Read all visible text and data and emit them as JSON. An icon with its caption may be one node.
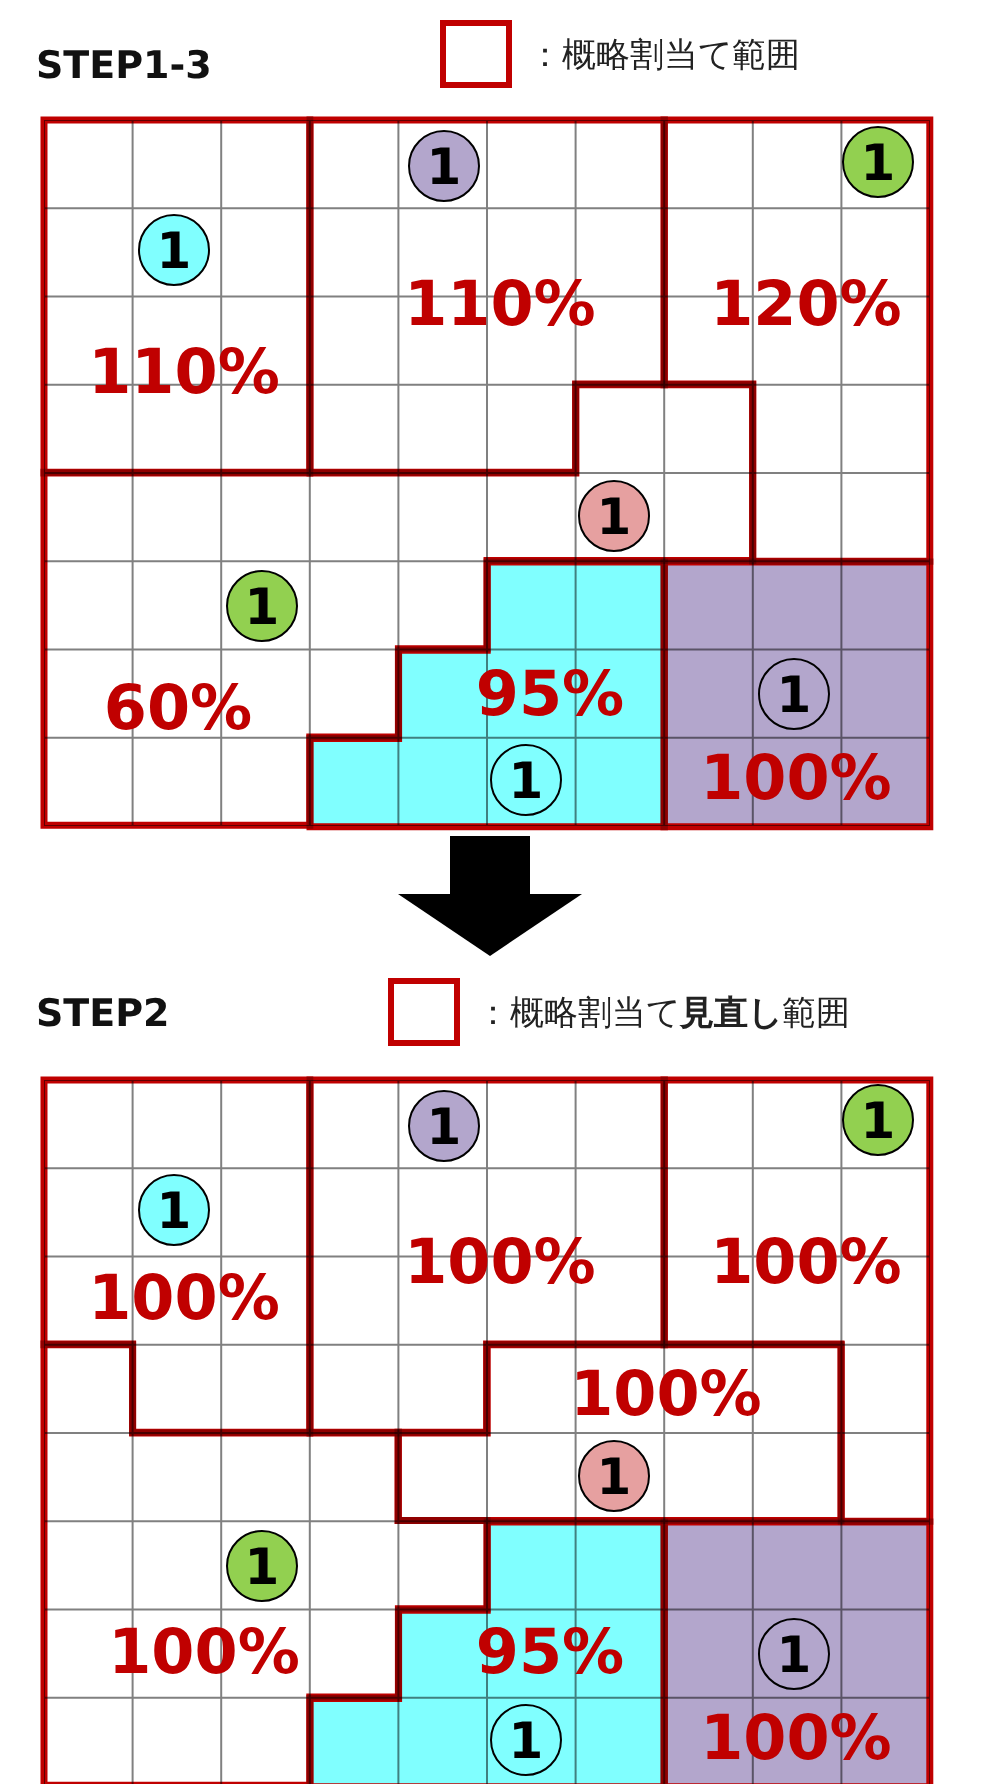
{
  "diagram": {
    "nodes": [
      {
        "text": [
          "STEP1-3"
        ]
      },
      {
        "text": [
          "110%"
        ],
        "in": 0
      },
      {
        "text": [
          "1"
        ],
        "in": 1
      },
      {
        "text": [
          "110%"
        ],
        "in": 0
      },
      {
        "text": [
          "1"
        ],
        "in": 3
      },
      {
        "text": [
          "120%"
        ],
        "in": 0
      },
      {
        "text": [
          "1"
        ],
        "in": 5
      },
      {
        "text": [
          "60%"
        ],
        "in": 0
      },
      {
        "text": [
          "1"
        ],
        "in": 7
      },
      {
        "text": [
          "1"
        ],
        "in": 7
      },
      {
        "text": [
          "95%"
        ],
        "in": 0
      },
      {
        "text": [
          "1"
        ],
        "in": 10
      },
      {
        "text": [
          "100%"
        ],
        "in": 0
      },
      {
        "text": [
          "1"
        ],
        "in": 12
      },
      {
        "text": [
          "STEP2"
        ]
      },
      {
        "text": [
          "100%"
        ],
        "in": 14
      },
      {
        "text": [
          "1"
        ],
        "in": 15
      },
      {
        "text": [
          "100%"
        ],
        "in": 14
      },
      {
        "text": [
          "1"
        ],
        "in": 17
      },
      {
        "text": [
          "100%"
        ],
        "in": 14
      },
      {
        "text": [
          "1"
        ],
        "in": 19
      },
      {
        "text": [
          "100%"
        ],
        "in": 14
      },
      {
        "text": [
          "1"
        ],
        "in": 21
      },
      {
        "text": [
          "100%"
        ],
        "in": 14
      },
      {
        "text": [
          "1"
        ],
        "in": 23
      },
      {
        "text": [
          "95%"
        ],
        "in": 14
      },
      {
        "text": [
          "1"
        ],
        "in": 25
      },
      {
        "text": [
          "100%"
        ],
        "in": 14
      },
      {
        "text": [
          "1"
        ],
        "in": 27
      }
    ],
    "edges": [
      {
        "from": 0,
        "to": 14,
        "arrow": "to"
      }
    ],
    "legend": [
      {
        "text": "：概略割当て範囲"
      },
      {
        "text": "：概略割当て**見直し**範囲"
      }
    ]
  }
}
